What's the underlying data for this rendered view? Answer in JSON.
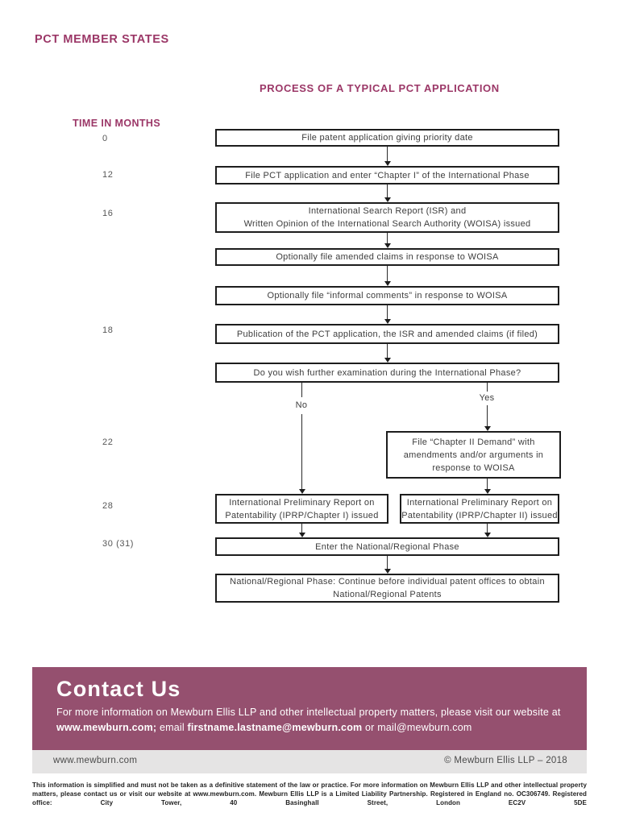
{
  "header": {
    "title": "PCT MEMBER STATES"
  },
  "diagram": {
    "title": "PROCESS OF A TYPICAL PCT APPLICATION",
    "timeline_label": "TIME IN MONTHS",
    "timeline_marks": [
      "0",
      "12",
      "16",
      "18",
      "22",
      "28",
      "30 (31)"
    ]
  },
  "flow": {
    "boxes": [
      "File patent application giving priority date",
      "File PCT application and enter “Chapter I” of the International Phase",
      "International Search Report (ISR) and\nWritten Opinion of the International Search Authority (WOISA) issued",
      "Optionally file amended claims in response to WOISA",
      "Optionally file “informal comments” in response to WOISA",
      "Publication of the PCT application, the ISR and amended claims (if filed)",
      "Do you wish further examination during the International Phase?",
      "File “Chapter II Demand” with\namendments and/or arguments in\nresponse to WOISA",
      "International Preliminary Report on\nPatentability (IPRP/Chapter I) issued",
      "International Preliminary Report on\nPatentability (IPRP/Chapter II) issued",
      "Enter the National/Regional Phase",
      "National/Regional Phase: Continue before individual patent offices to obtain\nNational/Regional Patents"
    ],
    "branch_no": "No",
    "branch_yes": "Yes"
  },
  "contact": {
    "heading": "Contact Us",
    "line1": "For more information on Mewburn Ellis LLP and other intellectual property matters, please visit our website at",
    "website_bold": "www.mewburn.com;",
    "email_label": " email ",
    "email_bold": "firstname.lastname@mewburn.com",
    "line2_end": " or mail@mewburn.com"
  },
  "footer": {
    "website": "www.mewburn.com",
    "copyright": "© Mewburn Ellis LLP –  2018",
    "disclaimer": "This information is simplified and must not be taken as a definitive statement of the law or practice. For more information on Mewburn Ellis LLP and other intellectual property matters, please contact us or visit our website at www.mewburn.com.  Mewburn Ellis LLP is a Limited Liability Partnership. Registered in England no. OC306749. Registered office: City Tower, 40 Basinghall Street, London EC2V 5DE"
  },
  "colors": {
    "heading_maroon": "#9b3767",
    "contact_band": "#95506f",
    "footer_bar": "#e5e4e4",
    "box_border": "#1d1d1d"
  }
}
